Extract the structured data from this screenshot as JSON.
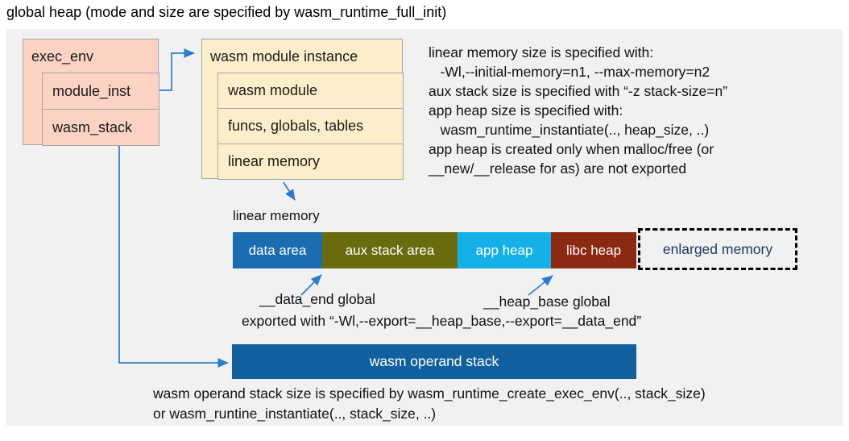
{
  "title": "global heap (mode and size are specified by wasm_runtime_full_init)",
  "exec_env": {
    "header": "exec_env",
    "rows": [
      "module_inst",
      "wasm_stack"
    ]
  },
  "module_instance": {
    "header": "wasm module instance",
    "rows": [
      "wasm module",
      "funcs, globals, tables",
      "linear memory"
    ]
  },
  "notes_right": {
    "lines": [
      "linear memory size is specified with:",
      "   -Wl,--initial-memory=n1, --max-memory=n2",
      "aux stack size is specified with “-z stack-size=n”",
      "app heap size is specified with:",
      "   wasm_runtime_instantiate(.., heap_size, ..)",
      "app heap is created only when malloc/free (or",
      "__new/__release for as) are not exported"
    ]
  },
  "linear_memory": {
    "label": "linear memory",
    "segments": [
      {
        "label": "data area",
        "color": "#1b6cb1"
      },
      {
        "label": "aux stack area",
        "color": "#6a6b0e"
      },
      {
        "label": "app heap",
        "color": "#16b0e8"
      },
      {
        "label": "libc heap",
        "color": "#8c2912"
      },
      {
        "label": "enlarged memory",
        "color": "#f1f1f2",
        "text_color": "#1f3864",
        "border": "dashed"
      }
    ],
    "data_end_label": "__data_end global",
    "heap_base_label": "__heap_base global",
    "export_note": "exported with “-Wl,--export=__heap_base,--export=__data_end”"
  },
  "operand_stack": {
    "label": "wasm operand stack",
    "note_lines": [
      "wasm operand stack size is specified by wasm_runtime_create_exec_env(.., stack_size)",
      "or wasm_runtine_instantiate(.., stack_size, ..)"
    ]
  },
  "colors": {
    "panel_background": "#f1f1f2",
    "exec_env_fill": "#fbd2c3",
    "module_instance_fill": "#fdeecb",
    "box_border": "#a6a6a6",
    "arrow_blue": "#2e7bcb",
    "operand_bar_blue": "#12609e",
    "enlarged_memory_text": "#1f3864"
  }
}
